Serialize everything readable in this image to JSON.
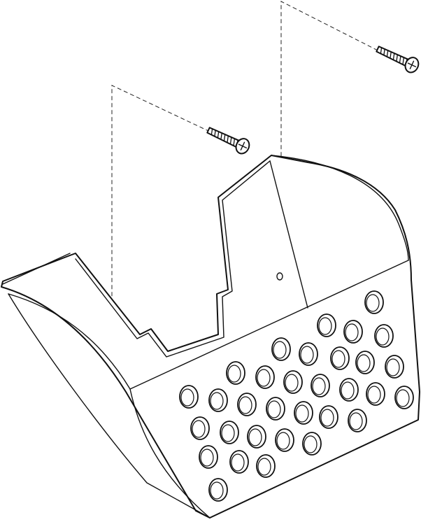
{
  "figure": {
    "parts": [
      "perforated-holder",
      "screw",
      "screw"
    ],
    "style": "exploded-assembly-line-drawing",
    "line_color": "#111111",
    "background": "#ffffff"
  }
}
